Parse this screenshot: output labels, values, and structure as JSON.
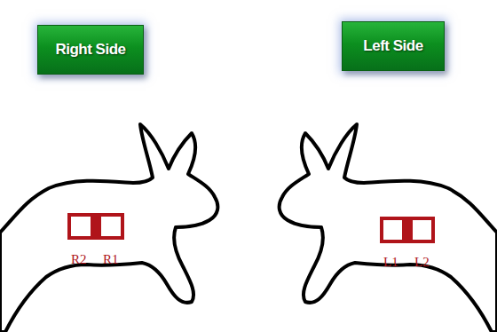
{
  "diagram": {
    "nodes": [
      {
        "text": [
          "Right Side"
        ]
      },
      {
        "text": [
          "Left Side"
        ]
      }
    ],
    "labels": [
      "R2",
      "R1",
      "L1",
      "L2"
    ]
  }
}
